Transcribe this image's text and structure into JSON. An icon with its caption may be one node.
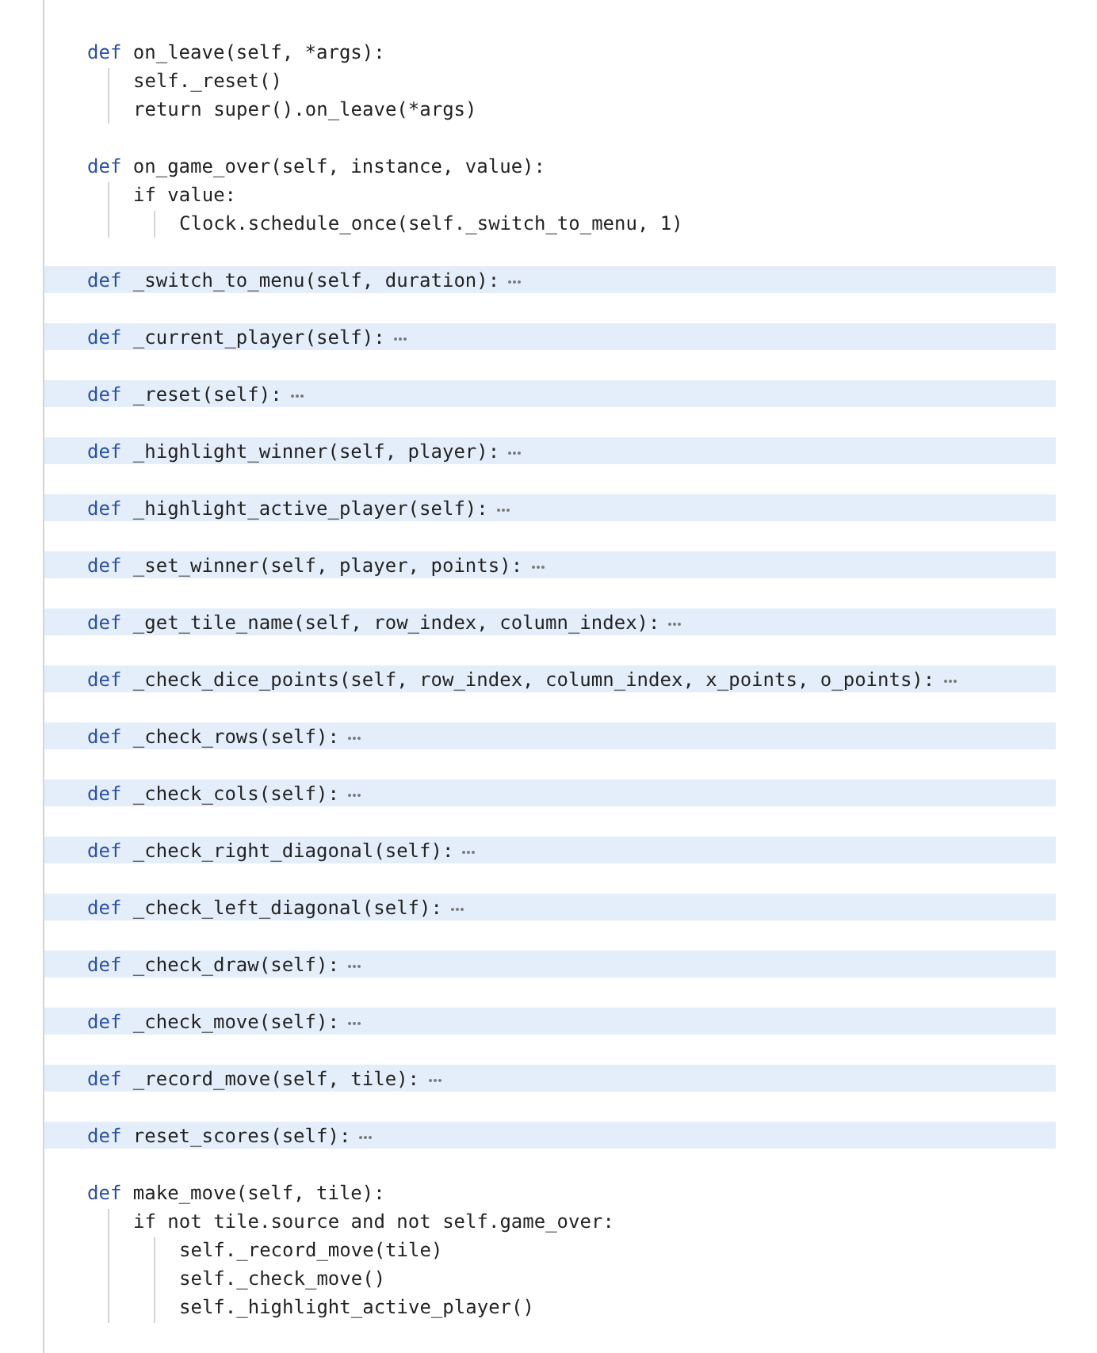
{
  "diagram": {
    "labels": [
      "def on_leave(self, *args):",
      "self._reset()",
      "return super().on_leave(*args)",
      "def on_game_over(self, instance, value):",
      "if value:",
      "Clock.schedule_once(self._switch_to_menu, 1)",
      "def _switch_to_menu(self, duration):",
      "def _current_player(self):",
      "def _reset(self):",
      "def _highlight_winner(self, player):",
      "def _highlight_active_player(self):",
      "def _set_winner(self, player, points):",
      "def _get_tile_name(self, row_index, column_index):",
      "def _check_dice_points(self, row_index, column_index, x_points, o_points):",
      "def _check_rows(self):",
      "def _check_cols(self):",
      "def _check_right_diagonal(self):",
      "def _check_left_diagonal(self):",
      "def _check_draw(self):",
      "def _check_move(self):",
      "def _record_move(self, tile):",
      "def reset_scores(self):",
      "def make_move(self, tile):",
      "if not tile.source and not self.game_over:",
      "self._record_move(tile)",
      "self._check_move()",
      "self._highlight_active_player()"
    ]
  }
}
